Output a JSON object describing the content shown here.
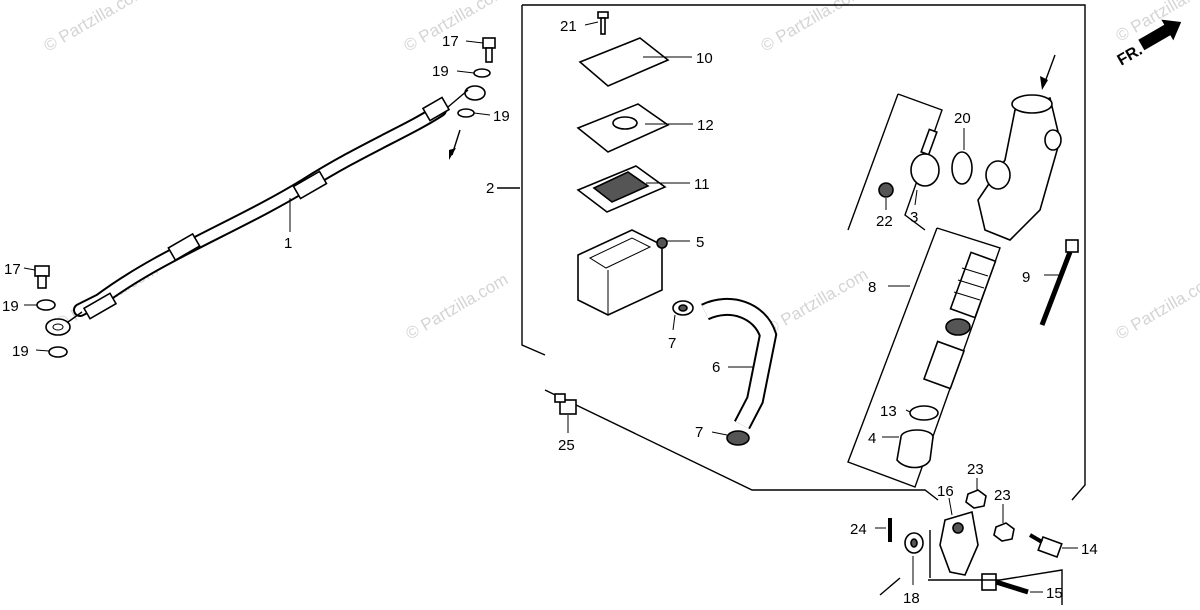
{
  "watermarks": [
    "© Partzilla.com",
    "© Partzilla.com",
    "© Partzilla.com",
    "© Partzilla.com",
    "© Partzilla.com",
    "© Partzilla.com",
    "© Partzilla.com",
    "© Partzilla.com"
  ],
  "direction_label": "FR.",
  "callouts": {
    "c1": "1",
    "c2": "2",
    "c3": "3",
    "c4": "4",
    "c5": "5",
    "c6": "6",
    "c7a": "7",
    "c7b": "7",
    "c8": "8",
    "c9": "9",
    "c10": "10",
    "c11": "11",
    "c12": "12",
    "c13": "13",
    "c14": "14",
    "c15": "15",
    "c16": "16",
    "c17a": "17",
    "c17b": "17",
    "c18": "18",
    "c19a": "19",
    "c19b": "19",
    "c19c": "19",
    "c19d": "19",
    "c20": "20",
    "c21": "21",
    "c22": "22",
    "c23a": "23",
    "c23b": "23",
    "c24": "24",
    "c25": "25"
  }
}
